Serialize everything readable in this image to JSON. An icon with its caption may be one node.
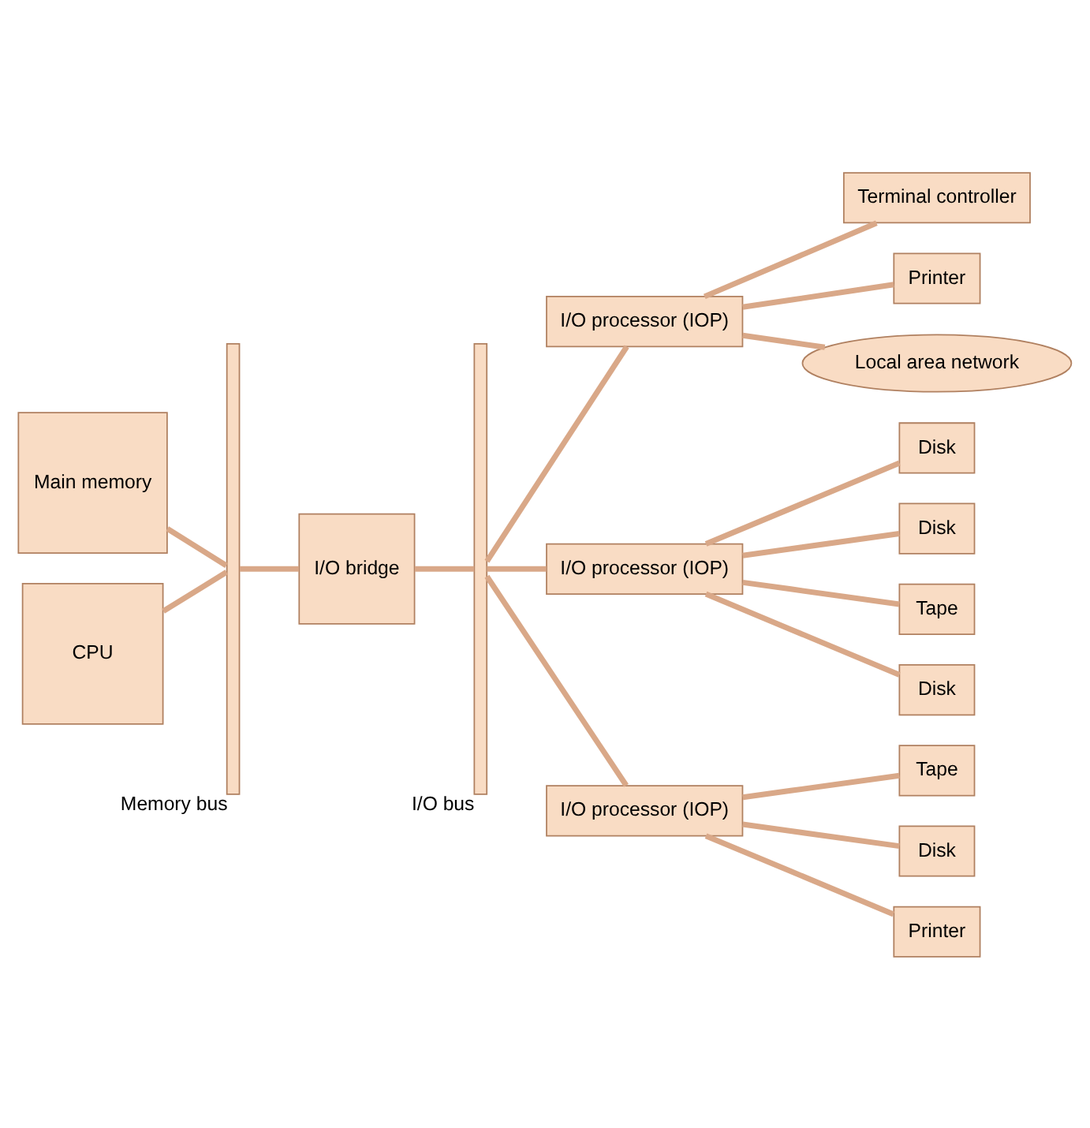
{
  "diagram": {
    "nodes": [
      {
        "text": [
          "Main memory"
        ]
      },
      {
        "text": [
          "CPU"
        ]
      },
      {
        "text": [],
        "shape": "bar",
        "beside": [
          "Memory bus"
        ]
      },
      {
        "text": [
          "I/O bridge"
        ]
      },
      {
        "text": [],
        "shape": "bar",
        "beside": [
          "I/O bus"
        ]
      },
      {
        "text": [
          "Terminal controller"
        ]
      },
      {
        "text": [
          "Printer"
        ]
      },
      {
        "text": [
          "Local area network"
        ]
      },
      {
        "text": [
          "I/O processor (IOP)"
        ]
      },
      {
        "text": [
          "I/O processor (IOP)"
        ]
      },
      {
        "text": [
          "I/O processor (IOP)"
        ]
      },
      {
        "text": [
          "Disk"
        ]
      },
      {
        "text": [
          "Disk"
        ]
      },
      {
        "text": [
          "Tape"
        ]
      },
      {
        "text": [
          "Disk"
        ]
      },
      {
        "text": [
          "Tape"
        ]
      },
      {
        "text": [
          "Disk"
        ]
      },
      {
        "text": [
          "Printer"
        ]
      }
    ],
    "edges": [
      {
        "from": 0,
        "to": 2,
        "arrow": "none"
      },
      {
        "from": 1,
        "to": 2,
        "arrow": "none"
      },
      {
        "from": 2,
        "to": 3,
        "arrow": "none"
      },
      {
        "from": 3,
        "to": 4,
        "arrow": "none"
      },
      {
        "from": 4,
        "to": 8,
        "arrow": "none"
      },
      {
        "from": 4,
        "to": 9,
        "arrow": "none"
      },
      {
        "from": 4,
        "to": 10,
        "arrow": "none"
      },
      {
        "from": 8,
        "to": 5,
        "arrow": "none"
      },
      {
        "from": 8,
        "to": 6,
        "arrow": "none"
      },
      {
        "from": 8,
        "to": 7,
        "arrow": "none"
      },
      {
        "from": 9,
        "to": 11,
        "arrow": "none"
      },
      {
        "from": 9,
        "to": 12,
        "arrow": "none"
      },
      {
        "from": 9,
        "to": 13,
        "arrow": "none"
      },
      {
        "from": 9,
        "to": 14,
        "arrow": "none"
      },
      {
        "from": 10,
        "to": 15,
        "arrow": "none"
      },
      {
        "from": 10,
        "to": 16,
        "arrow": "none"
      },
      {
        "from": 10,
        "to": 17,
        "arrow": "none"
      }
    ]
  }
}
